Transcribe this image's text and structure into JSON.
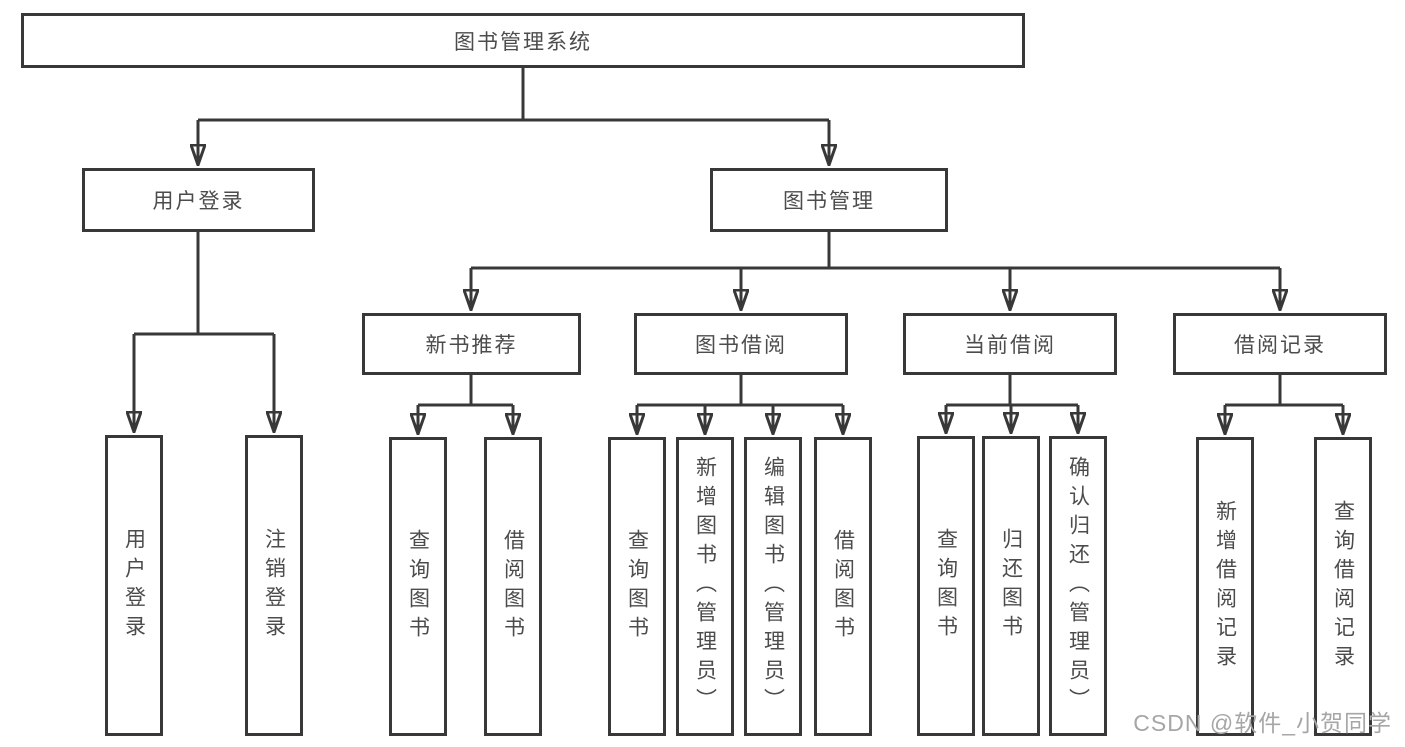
{
  "diagram": {
    "root": "图书管理系统",
    "branches": [
      {
        "label": "用户登录",
        "leaves": [
          "用户登录",
          "注销登录"
        ]
      },
      {
        "label": "图书管理",
        "children": [
          {
            "label": "新书推荐",
            "leaves": [
              "查询图书",
              "借阅图书"
            ]
          },
          {
            "label": "图书借阅",
            "leaves": [
              "查询图书",
              "新增图书（管理员）",
              "编辑图书（管理员）",
              "借阅图书"
            ]
          },
          {
            "label": "当前借阅",
            "leaves": [
              "查询图书",
              "归还图书",
              "确认归还（管理员）"
            ]
          },
          {
            "label": "借阅记录",
            "leaves": [
              "新增借阅记录",
              "查询借阅记录"
            ]
          }
        ]
      }
    ]
  },
  "watermark": {
    "text": "CSDN @软件_小贺同学"
  },
  "colors": {
    "line": "#383838",
    "text": "#4c4c4c",
    "watermark": "#a6a6a6",
    "background": "#ffffff"
  }
}
